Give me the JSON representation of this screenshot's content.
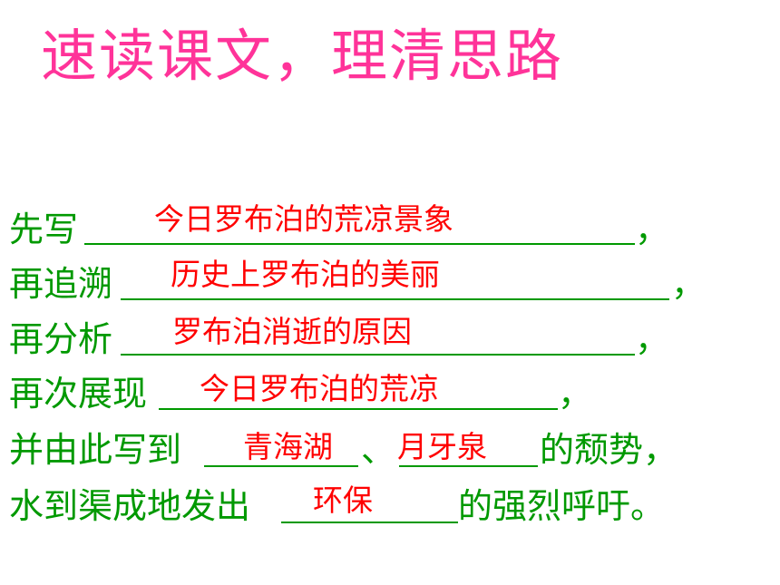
{
  "title": "速读课文，理清思路",
  "lines": [
    {
      "prefix": "先写",
      "answer": "今日罗布泊的荒凉景象",
      "suffix": "，"
    },
    {
      "prefix": "再追溯",
      "answer": "历史上罗布泊的美丽",
      "suffix": "，"
    },
    {
      "prefix": "再分析",
      "answer": "罗布泊消逝的原因",
      "suffix": "，"
    },
    {
      "prefix": "再次展现",
      "answer": "今日罗布泊的荒凉",
      "suffix": "，"
    },
    {
      "prefix": "并由此写到",
      "answer1": "青海湖",
      "separator": "、",
      "answer2": "月牙泉",
      "suffix": "的颓势，"
    },
    {
      "prefix": "水到渠成地发出",
      "answer": "环保",
      "suffix": "的强烈呼吁。"
    }
  ],
  "colors": {
    "title": "#ff3399",
    "text": "#009900",
    "answer": "#ff0000"
  }
}
